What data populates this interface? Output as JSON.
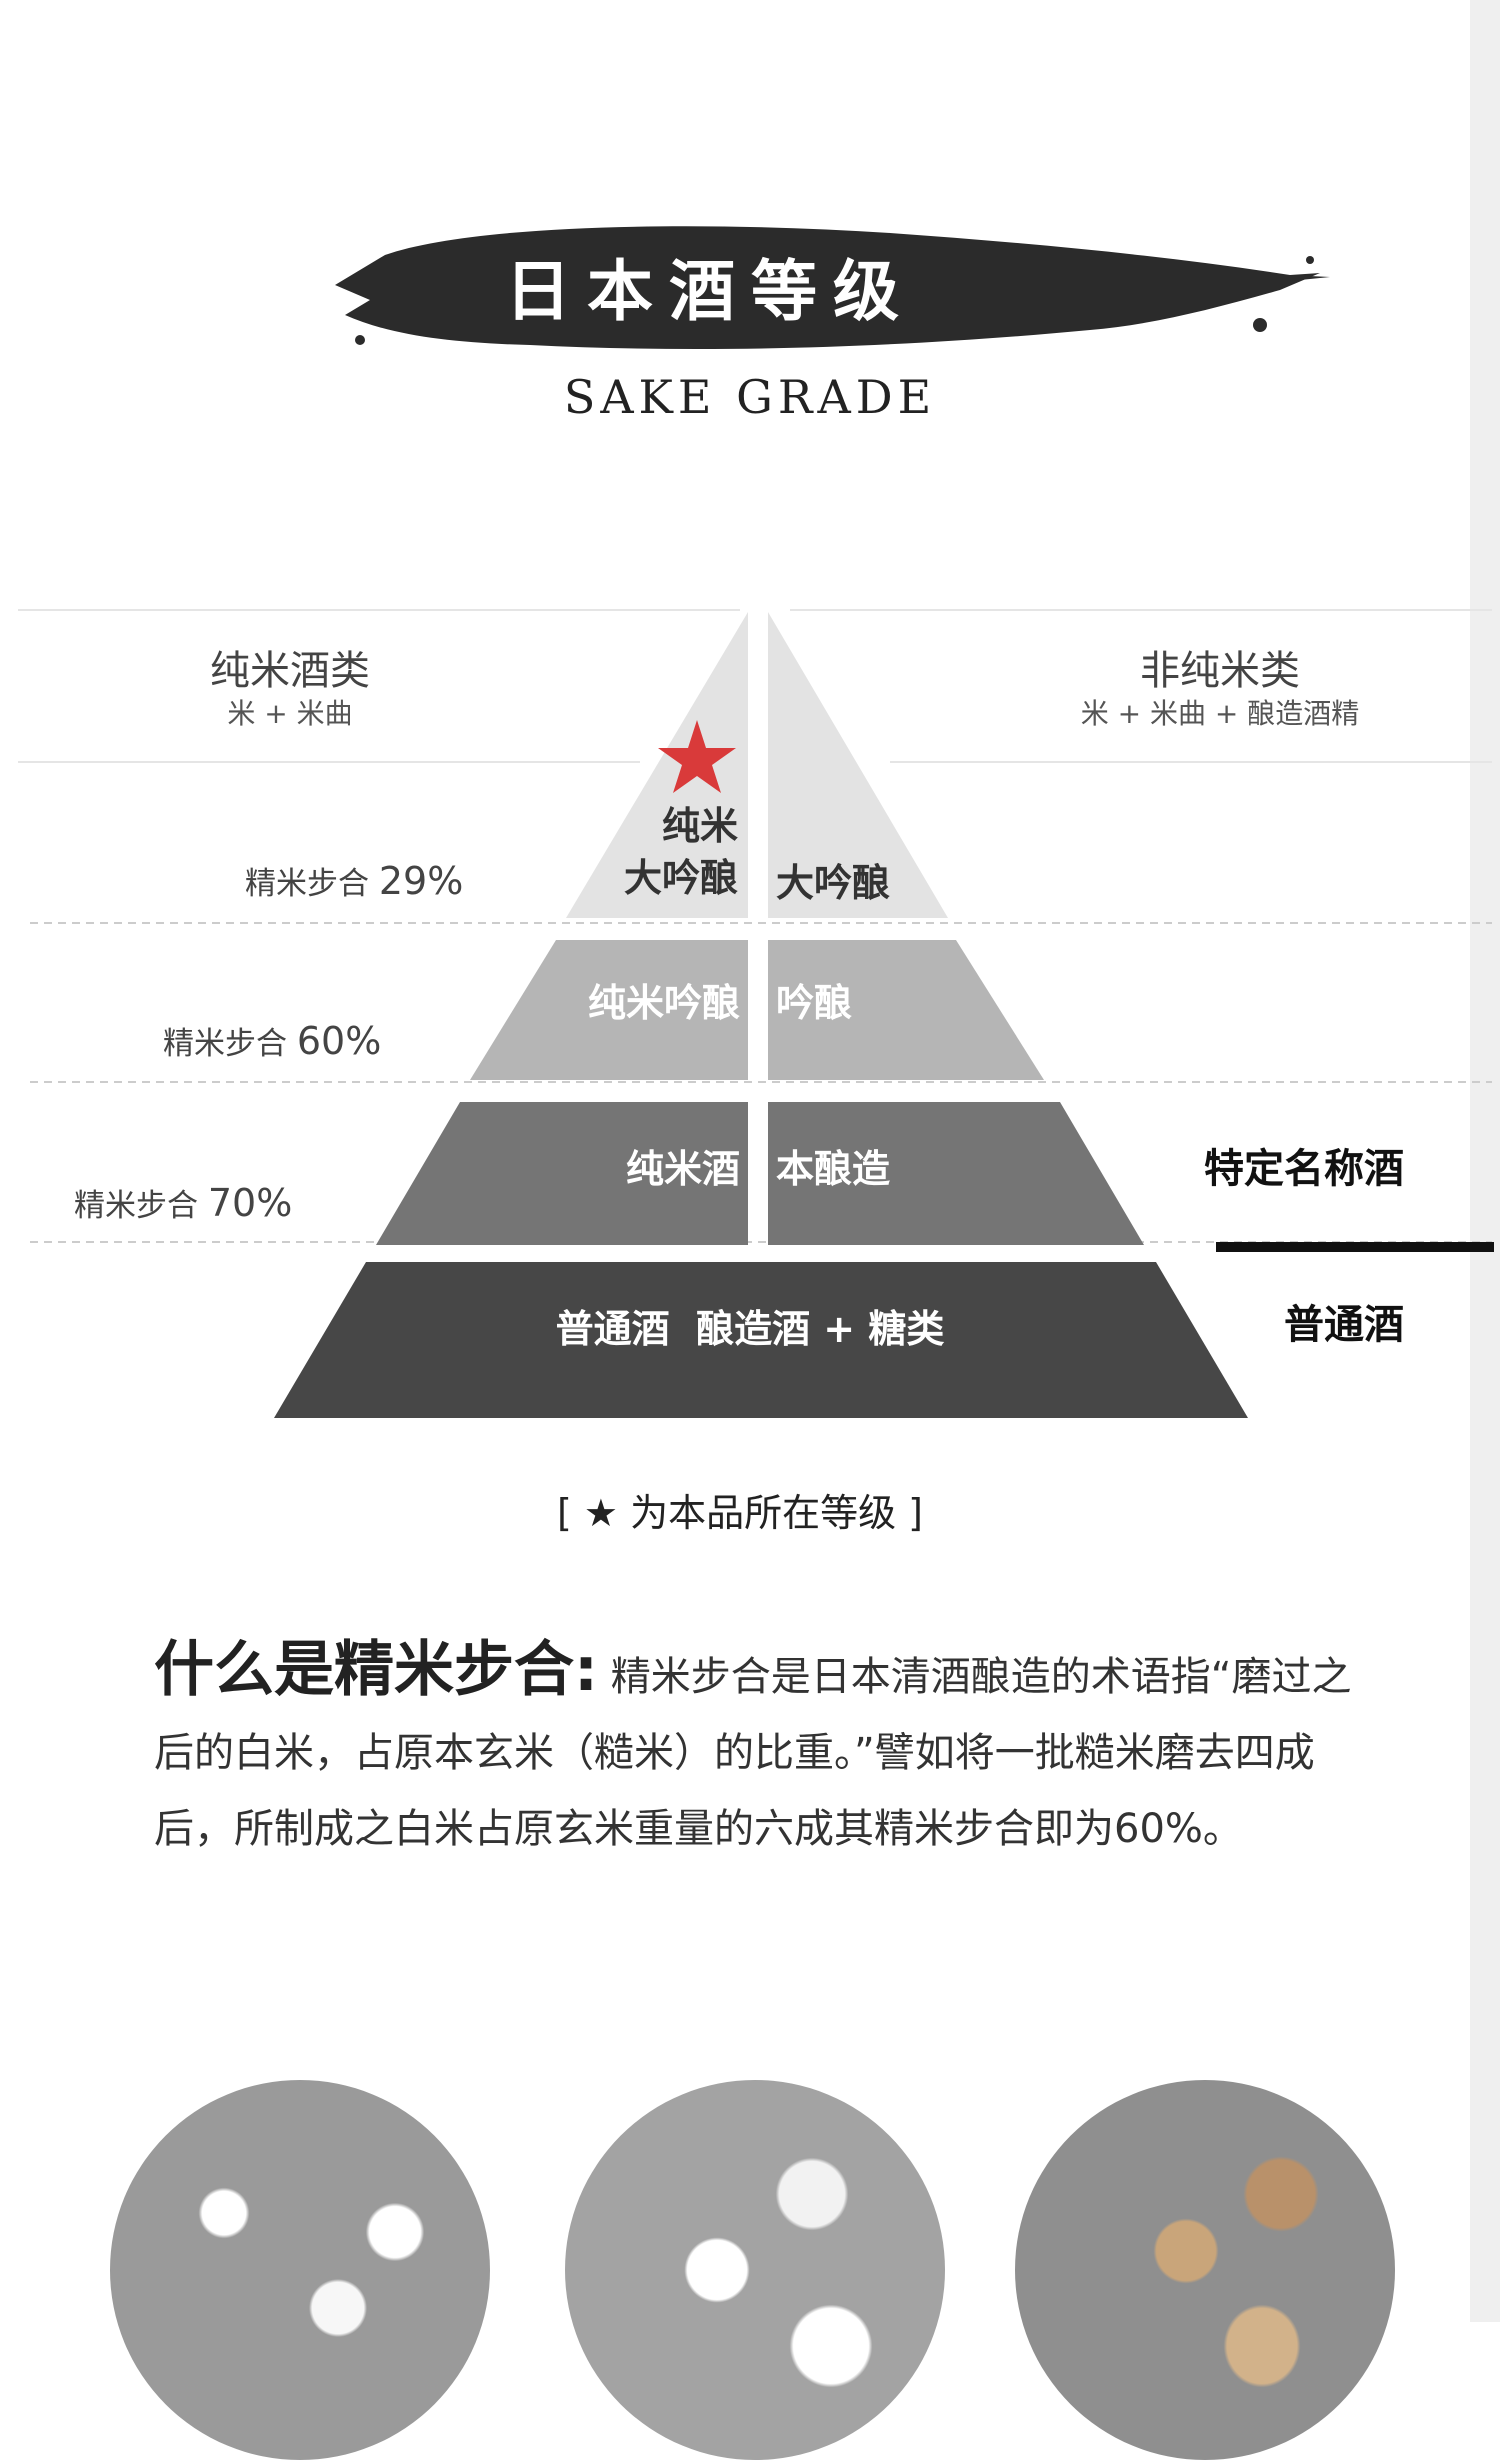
{
  "header": {
    "title": "日本酒等级",
    "subtitle": "SAKE GRADE"
  },
  "pyramid": {
    "left_category": {
      "name": "纯米酒类",
      "formula": "米 + 米曲"
    },
    "right_category": {
      "name": "非纯米类",
      "formula": "米 + 米曲 + 酿造酒精"
    },
    "polish_ratios": [
      {
        "label": "精米步合",
        "value": "29%"
      },
      {
        "label": "精米步合",
        "value": "60%"
      },
      {
        "label": "精米步合",
        "value": "70%"
      }
    ],
    "levels": {
      "top_left": "纯米\n大吟酿",
      "top_right": "大吟酿",
      "second_left": "纯米吟酿",
      "second_right": "吟酿",
      "third_left": "纯米酒",
      "third_right": "本酿造",
      "base": "普通酒  酿造酒 + 糖类"
    },
    "side_labels": {
      "special": "特定名称酒",
      "ordinary": "普通酒"
    },
    "star_icon": "star-icon",
    "star_color": "#d93a3a"
  },
  "note": "[ ★ 为本品所在等级 ]",
  "explanation": {
    "heading": "什么是精米步合:",
    "body": "精米步合是日本清酒酿造的术语指“磨过之后的白米，占原本玄米（糙米）的比重。”譬如将一批糙米磨去四成后，所制成之白米占原玄米重量的六成其精米步合即为60%。"
  },
  "colors": {
    "brush": "#2b2b2b",
    "tier1": "#e3e3e3",
    "tier2": "#b5b5b5",
    "tier3": "#757575",
    "tier4": "#474747"
  }
}
